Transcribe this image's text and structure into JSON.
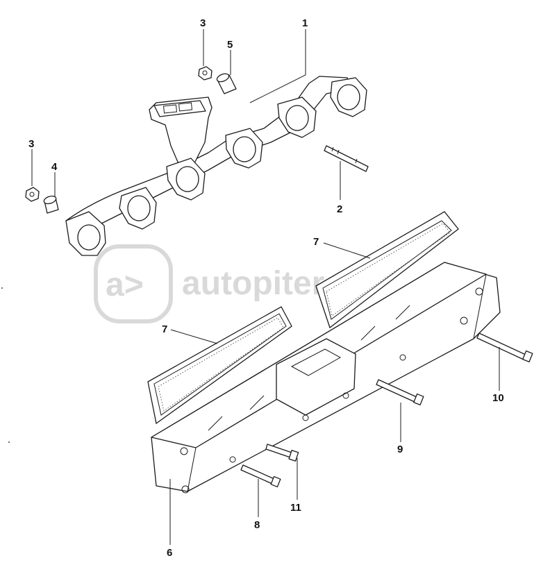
{
  "watermark": {
    "logo_glyph": "a>",
    "text": "autopiter.ru",
    "color": "#d9d9d9"
  },
  "callouts": {
    "c1": "1",
    "c2": "2",
    "c3a": "3",
    "c3b": "3",
    "c4": "4",
    "c5": "5",
    "c6": "6",
    "c7a": "7",
    "c7b": "7",
    "c8": "8",
    "c9": "9",
    "c10": "10",
    "c11": "11"
  }
}
